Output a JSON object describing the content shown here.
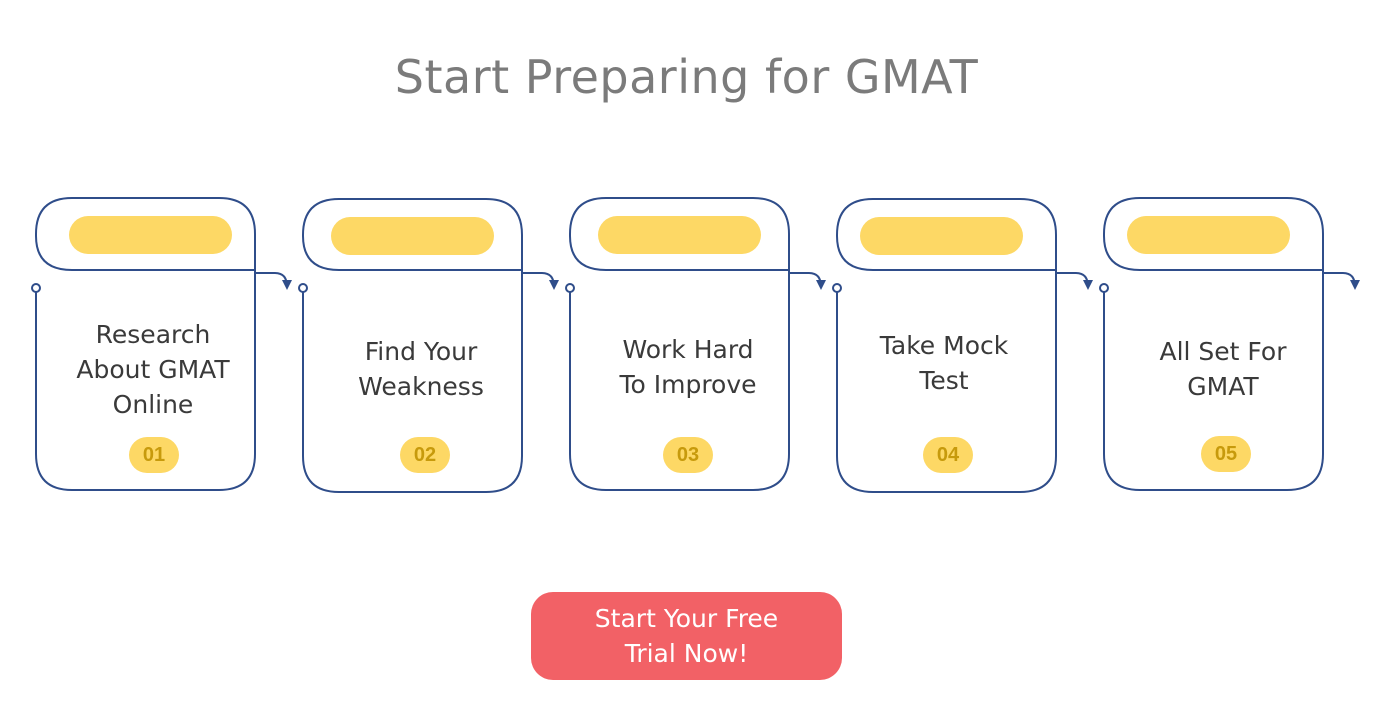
{
  "title": "Start Preparing for GMAT",
  "colors": {
    "outline": "#2f4d8a",
    "pill": "#fdd865",
    "number_text": "#c79a0c",
    "cta_background": "#f26166",
    "title_text": "#7b7b7b"
  },
  "steps": [
    {
      "number": "01",
      "lines": [
        "Research",
        "About GMAT",
        "Online"
      ]
    },
    {
      "number": "02",
      "lines": [
        "Find Your",
        "Weakness"
      ]
    },
    {
      "number": "03",
      "lines": [
        "Work Hard",
        "To Improve"
      ]
    },
    {
      "number": "04",
      "lines": [
        "Take Mock",
        "Test"
      ]
    },
    {
      "number": "05",
      "lines": [
        "All Set For",
        "GMAT"
      ]
    }
  ],
  "cta": {
    "line1": "Start Your Free",
    "line2": "Trial Now!"
  }
}
